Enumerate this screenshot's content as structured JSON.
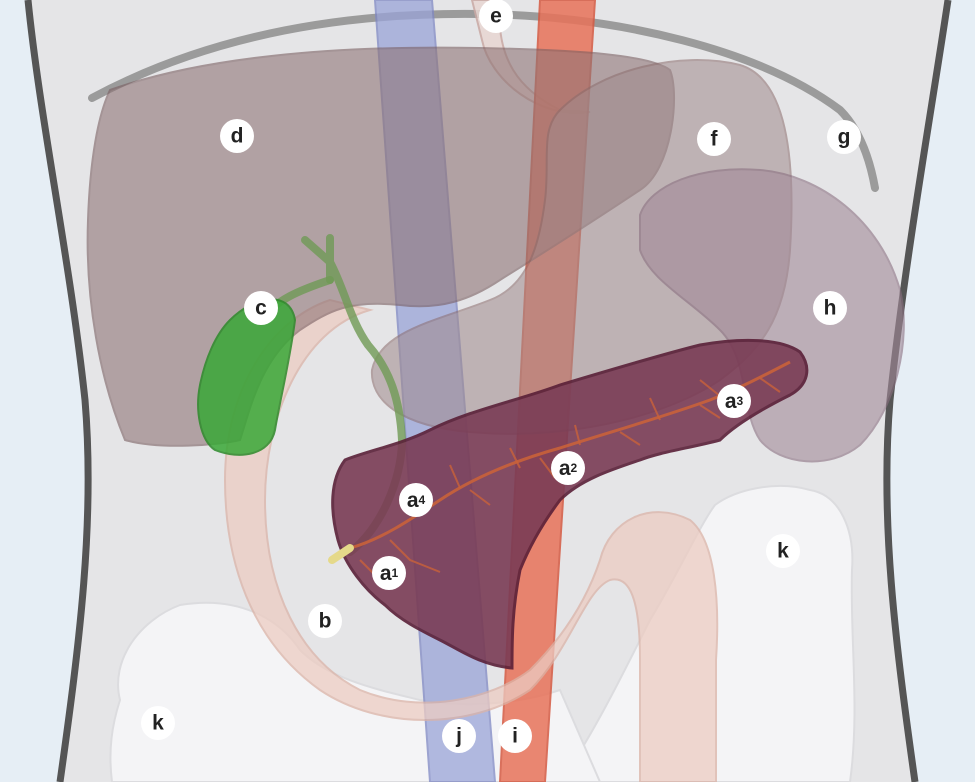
{
  "labels": {
    "a1": {
      "main": "a",
      "sub": "1"
    },
    "a2": {
      "main": "a",
      "sub": "2"
    },
    "a3": {
      "main": "a",
      "sub": "3"
    },
    "a4": {
      "main": "a",
      "sub": "4"
    },
    "b": {
      "main": "b"
    },
    "c": {
      "main": "c"
    },
    "d": {
      "main": "d"
    },
    "e": {
      "main": "e"
    },
    "f": {
      "main": "f"
    },
    "g": {
      "main": "g"
    },
    "h": {
      "main": "h"
    },
    "i": {
      "main": "i"
    },
    "j": {
      "main": "j"
    },
    "k_right": {
      "main": "k"
    },
    "k_left": {
      "main": "k"
    }
  },
  "colors": {
    "background": "#e6eef5",
    "torso": "#e5e5e7",
    "torso_outline": "#555555",
    "liver": "#8f7476",
    "stomach": "#a08a8c",
    "spleen": "#a28a98",
    "pancreas": "#7a3c55",
    "pancreatic_duct": "#c9623a",
    "gallbladder": "#3aa838",
    "bile_duct": "#6f9a55",
    "duodenum": "#ecccc2",
    "aorta": "#e8735a",
    "vena_cava": "#9aa4d8",
    "intestine": "#f4f4f6",
    "diaphragm": "#9b9b9b"
  }
}
